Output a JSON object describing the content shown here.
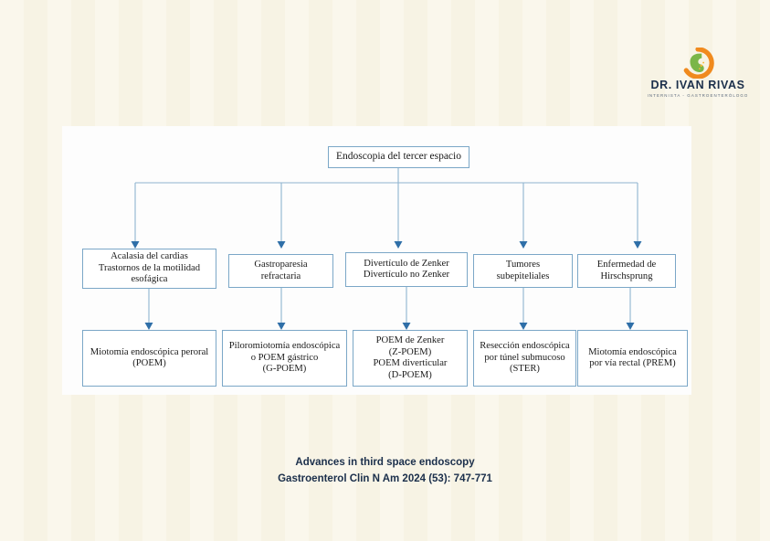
{
  "logo": {
    "name": "DR. IVAN RIVAS",
    "tagline": "INTERNISTA - GASTROENTERÓLOGO",
    "mark_icon": "stomach-icon",
    "colors": {
      "ring": "#f08a1e",
      "organ": "#7ab648",
      "text": "#1b2f4b"
    }
  },
  "diagram": {
    "type": "flowchart",
    "root": {
      "label": "Endoscopia del tercer espacio"
    },
    "indications": [
      {
        "label": "Acalasia del cardias\nTrastornos de la motilidad\nesofágica"
      },
      {
        "label": "Gastroparesia\nrefractaria"
      },
      {
        "label": "Divertículo de Zenker\nDivertículo no Zenker"
      },
      {
        "label": "Tumores\nsubepiteliales"
      },
      {
        "label": "Enfermedad de\nHirschsprung"
      }
    ],
    "procedures": [
      {
        "label": "Miotomía endoscópica peroral\n(POEM)"
      },
      {
        "label": "Piloromiotomía endoscópica\no POEM gástrico\n(G-POEM)"
      },
      {
        "label": "POEM de Zenker\n(Z-POEM)\nPOEM diverticular\n(D-POEM)"
      },
      {
        "label": "Resección endoscópica\npor túnel submucoso\n(STER)"
      },
      {
        "label": "Miotomía endoscópica\npor vía rectal (PREM)"
      }
    ],
    "colors": {
      "box_border": "#7ba7c7",
      "connector": "#8fb4cf",
      "arrow": "#2f6fa8",
      "panel_background": "#fdfdfd"
    }
  },
  "citation": {
    "line1": "Advances in third space endoscopy",
    "line2": "Gastroenterol Clin N Am 2024 (53): 747-771"
  }
}
